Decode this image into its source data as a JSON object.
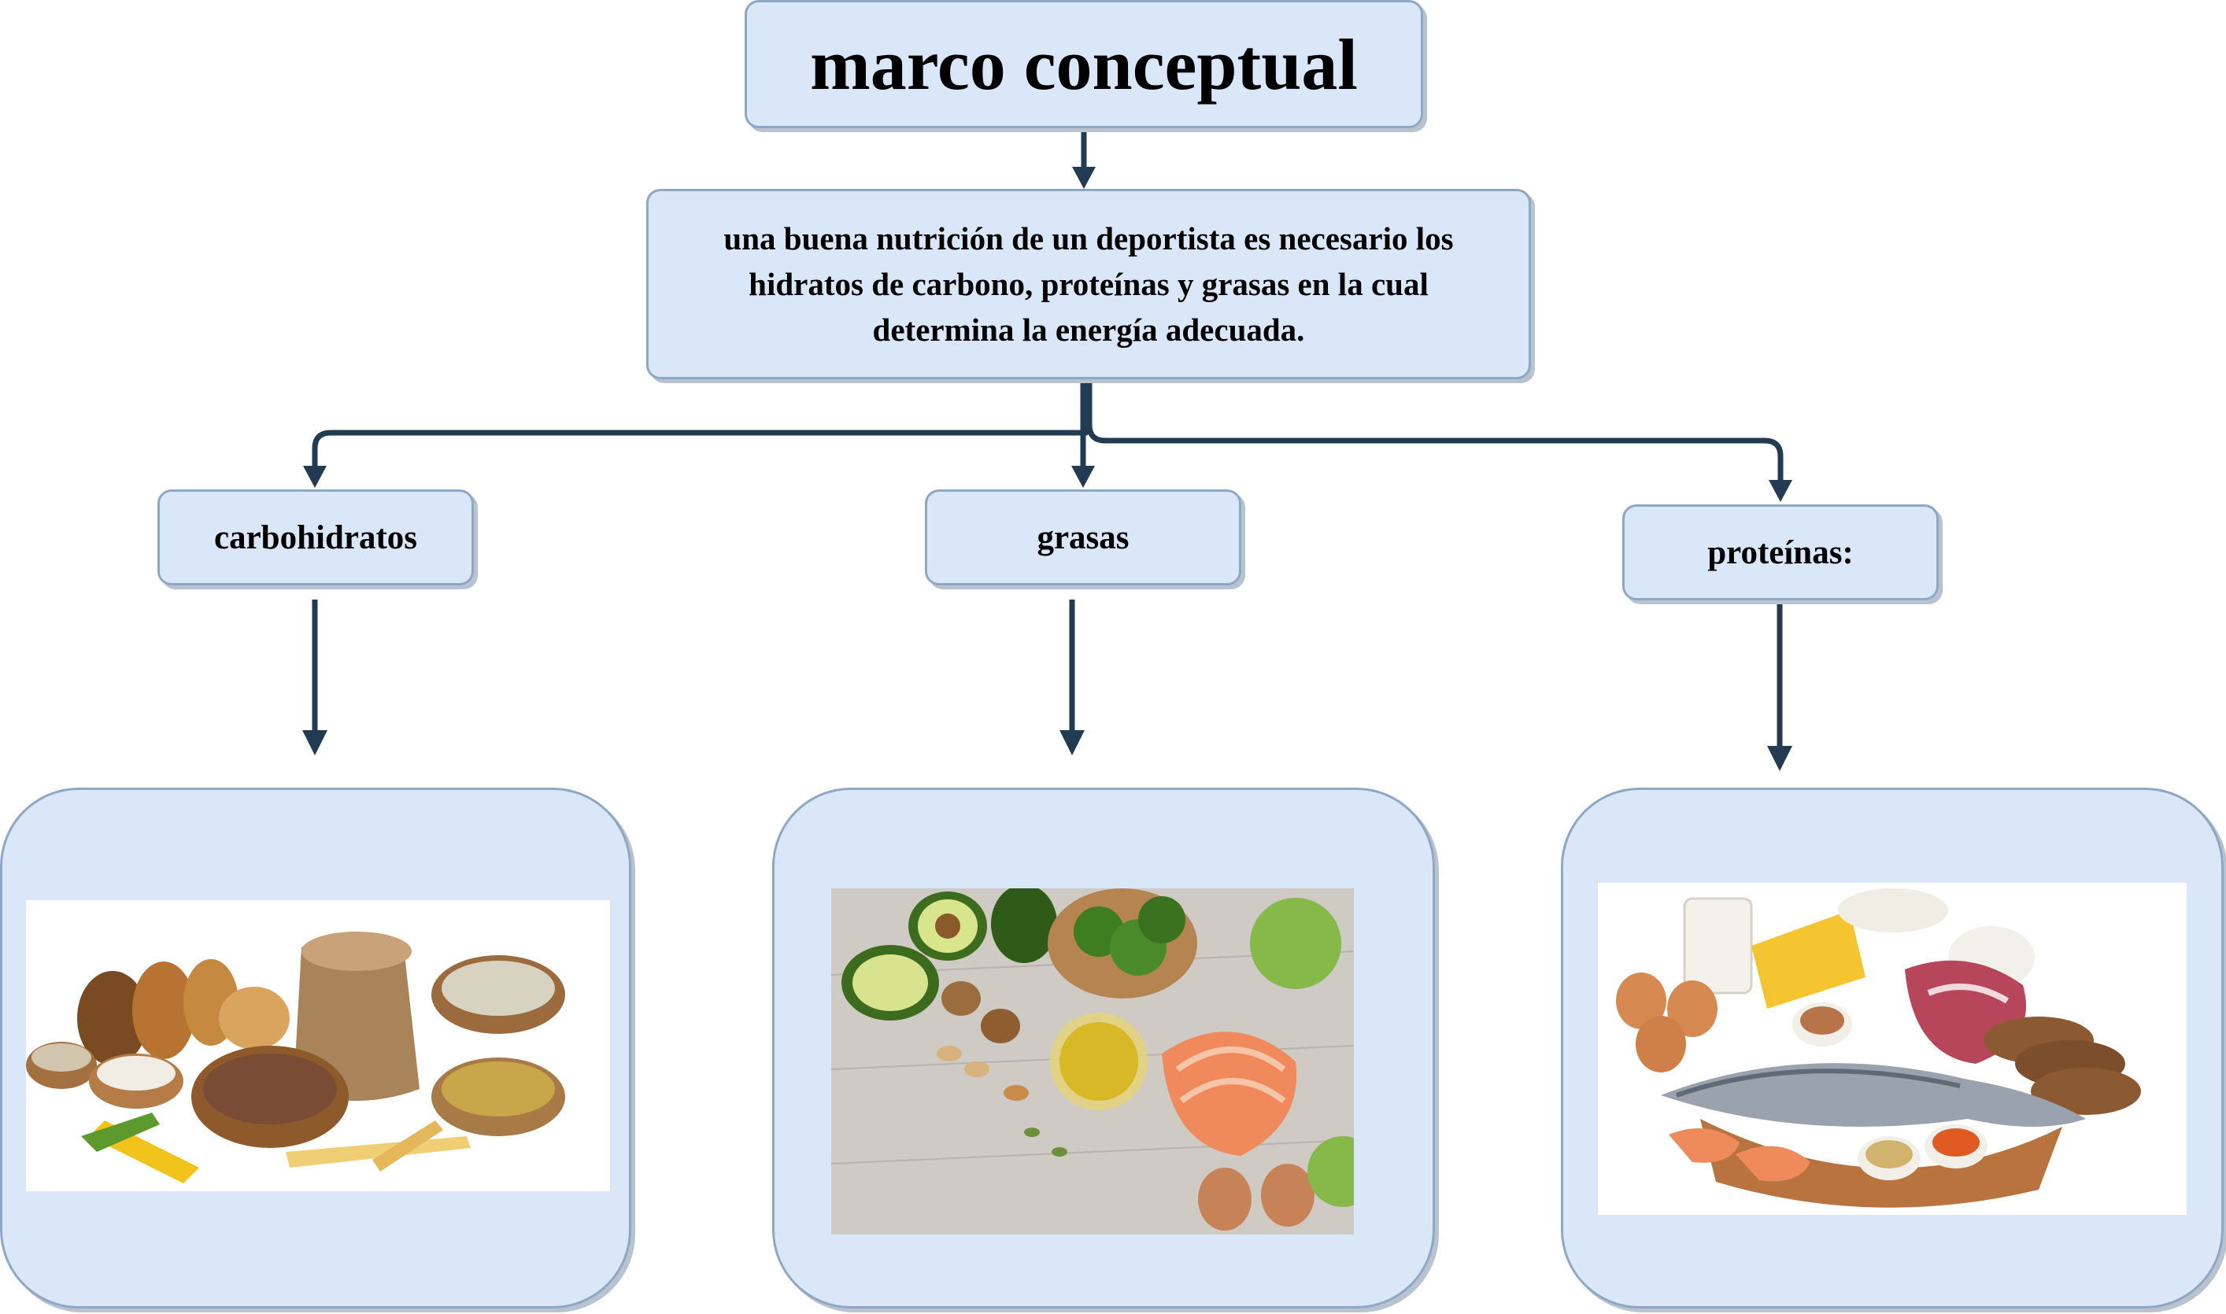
{
  "title": "marco conceptual",
  "description": "una buena nutrición de un deportista es necesario los hidratos de carbono, proteínas y grasas en la cual determina la energía adecuada.",
  "categories": [
    {
      "label": "carbohidratos",
      "image": "carbohydrate foods: breads, grains, rice, corn, pasta"
    },
    {
      "label": "grasas",
      "image": "healthy fats: avocado, salmon, nuts, olive oil, eggs, broccoli"
    },
    {
      "label": "proteínas:",
      "image": "protein foods: fish, meat, eggs, cheese, shrimp, legumes"
    }
  ],
  "colors": {
    "box_fill": "#dae7f8",
    "box_border": "#8ea7c4",
    "connector": "#223b52"
  }
}
